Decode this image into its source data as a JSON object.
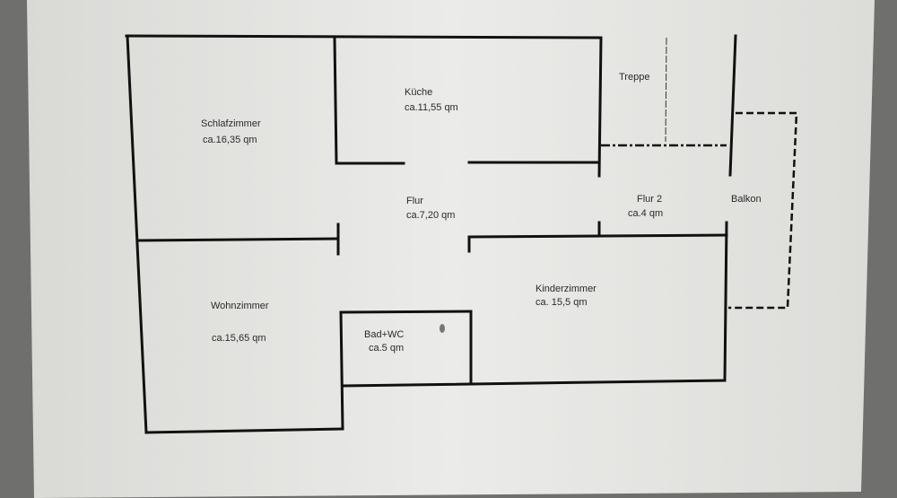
{
  "rooms": {
    "schlafzimmer": {
      "name": "Schlafzimmer",
      "area": "ca.16,35 qm"
    },
    "kueche": {
      "name": "Küche",
      "area": "ca.11,55 qm"
    },
    "treppe": {
      "name": "Treppe"
    },
    "flur": {
      "name": "Flur",
      "area": "ca.7,20 qm"
    },
    "flur2": {
      "name": "Flur 2",
      "area": "ca.4 qm"
    },
    "balkon": {
      "name": "Balkon"
    },
    "wohnzimmer": {
      "name": "Wohnzimmer",
      "area": "ca.15,65 qm"
    },
    "bad": {
      "name": "Bad+WC",
      "area": "ca.5 qm"
    },
    "kinderzimmer": {
      "name": "Kinderzimmer",
      "area": "ca. 15,5 qm"
    }
  }
}
